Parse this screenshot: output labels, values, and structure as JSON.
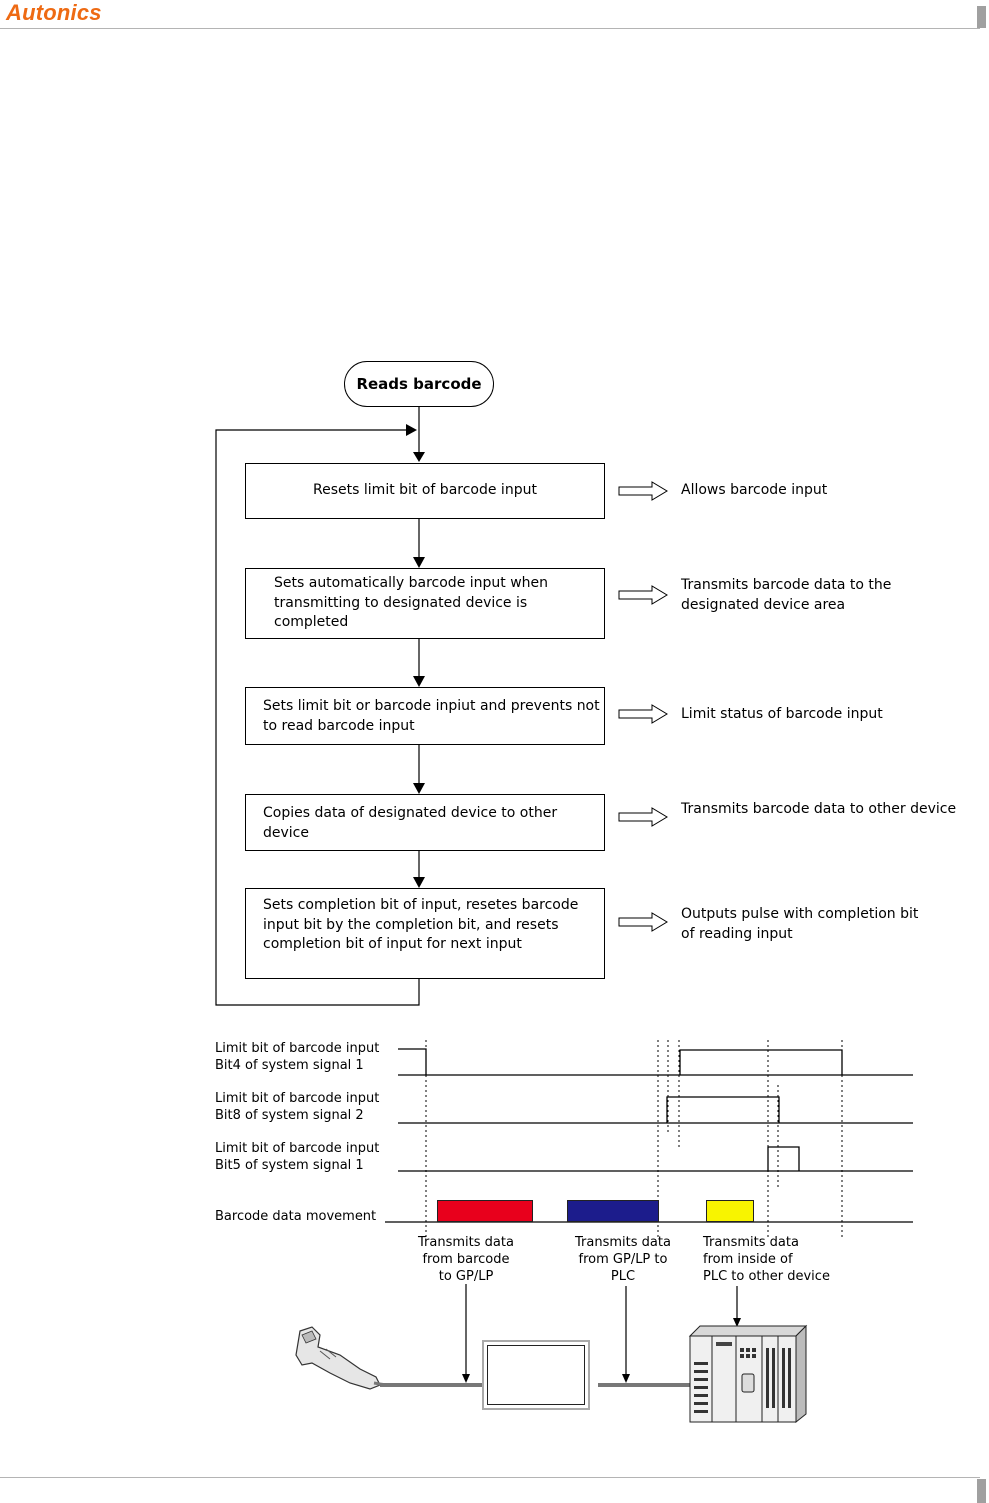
{
  "header": {
    "brand": "Autonics"
  },
  "flowchart": {
    "start": "Reads barcode",
    "steps": [
      "Resets limit bit of barcode input",
      "Sets automatically barcode input when transmitting to designated device is completed",
      "Sets limit bit or barcode inpiut and prevents not to read barcode input",
      "Copies data of designated device to other device",
      "Sets completion bit of input, resetes barcode input bit by the completion bit, and resets completion bit of input for next input"
    ],
    "results": [
      "Allows barcode input",
      "Transmits barcode data to the designated device area",
      "Limit status of barcode input",
      "Transmits barcode data to other device",
      "Outputs pulse with completion bit of reading input"
    ]
  },
  "timing": {
    "signals": [
      {
        "line1": "Limit bit of barcode input",
        "line2": "Bit4 of system signal 1"
      },
      {
        "line1": "Limit bit of barcode input",
        "line2": "Bit8 of system signal 2"
      },
      {
        "line1": "Limit bit of barcode input",
        "line2": "Bit5 of system signal 1"
      }
    ],
    "movement_label": "Barcode data movement",
    "bars": [
      {
        "color": "#e8001c"
      },
      {
        "color": "#1c1c8c"
      },
      {
        "color": "#f8f400"
      }
    ],
    "captions": [
      [
        "Transmits data",
        "from barcode",
        "to GP/LP"
      ],
      [
        "Transmits data",
        "from GP/LP to",
        "PLC"
      ],
      [
        "Transmits data",
        "from inside of",
        "PLC to other device"
      ]
    ]
  },
  "devices": [
    "barcode-scanner",
    "gp-lp-panel",
    "plc-unit"
  ]
}
